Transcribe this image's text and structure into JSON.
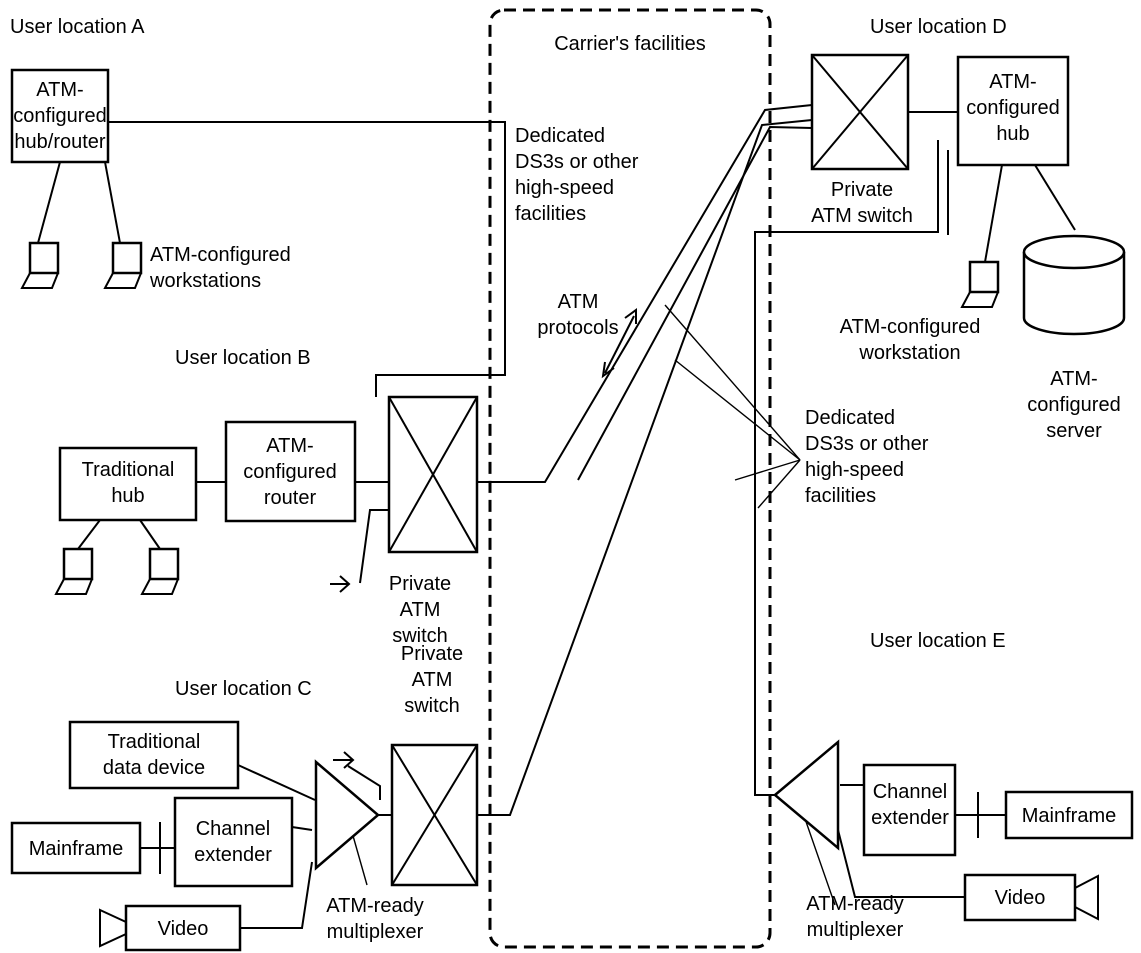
{
  "carrier": {
    "title": "Carrier's facilities"
  },
  "locations": {
    "a": "User location A",
    "b": "User location B",
    "c": "User location C",
    "d": "User location D",
    "e": "User location E"
  },
  "a": {
    "hub_router": [
      "ATM-",
      "configured",
      "hub/router"
    ],
    "workstations": [
      "ATM-configured",
      "workstations"
    ],
    "dedicated": [
      "Dedicated",
      "DS3s or other",
      "high-speed",
      "facilities"
    ]
  },
  "b": {
    "traditional_hub": [
      "Traditional",
      "hub"
    ],
    "router": [
      "ATM-",
      "configured",
      "router"
    ],
    "switch": [
      "Private",
      "ATM",
      "switch"
    ]
  },
  "protocols": [
    "ATM",
    "protocols"
  ],
  "c": {
    "traditional_device": [
      "Traditional",
      "data device"
    ],
    "mainframe": "Mainframe",
    "channel_extender": [
      "Channel",
      "extender"
    ],
    "video": "Video",
    "switch": [
      "Private",
      "ATM",
      "switch"
    ],
    "mux": [
      "ATM-ready",
      "multiplexer"
    ]
  },
  "d": {
    "switch": [
      "Private",
      "ATM switch"
    ],
    "hub": [
      "ATM-",
      "configured",
      "hub"
    ],
    "workstation": [
      "ATM-configured",
      "workstation"
    ],
    "server": [
      "ATM-",
      "configured",
      "server"
    ],
    "dedicated": [
      "Dedicated",
      "DS3s or other",
      "high-speed",
      "facilities"
    ]
  },
  "e": {
    "channel_extender": [
      "Channel",
      "extender"
    ],
    "mainframe": "Mainframe",
    "video": "Video",
    "mux": [
      "ATM-ready",
      "multiplexer"
    ]
  }
}
